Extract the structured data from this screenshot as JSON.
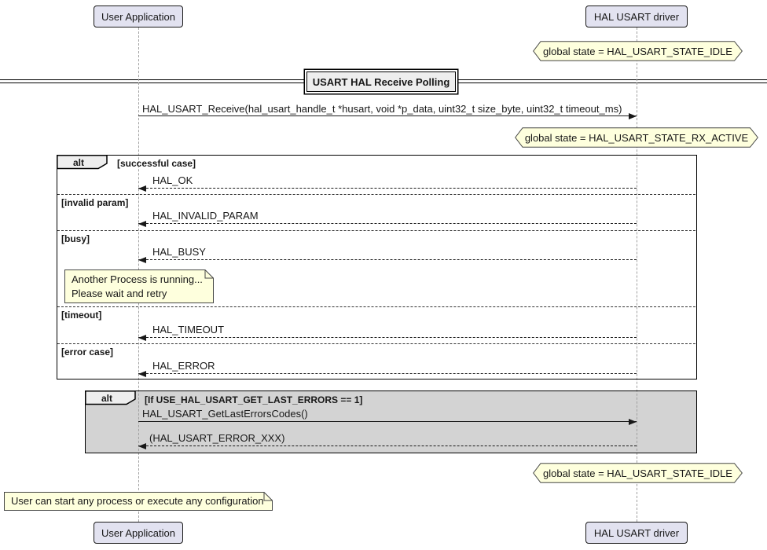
{
  "diagram": {
    "participants": {
      "left": "User Application",
      "right": "HAL USART driver"
    },
    "divider_title": "USART HAL Receive Polling",
    "state_notes": {
      "top_idle": "global state = HAL_USART_STATE_IDLE",
      "rx_active": "global state = HAL_USART_STATE_RX_ACTIVE",
      "bottom_idle": "global state = HAL_USART_STATE_IDLE"
    },
    "messages": {
      "receive_call": "HAL_USART_Receive(hal_usart_handle_t *husart, void *p_data, uint32_t size_byte, uint32_t timeout_ms)",
      "ok": "HAL_OK",
      "invalid_param": "HAL_INVALID_PARAM",
      "busy": "HAL_BUSY",
      "timeout": "HAL_TIMEOUT",
      "error": "HAL_ERROR",
      "get_last_errors": "HAL_USART_GetLastErrorsCodes()",
      "error_codes_return": "(HAL_USART_ERROR_XXX)"
    },
    "alt_outer": {
      "label": "alt",
      "guard_success": "[successful case]",
      "guard_invalid": "[invalid param]",
      "guard_busy": "[busy]",
      "guard_timeout": "[timeout]",
      "guard_error": "[error case]"
    },
    "alt_inner": {
      "label": "alt",
      "guard": "[If USE_HAL_USART_GET_LAST_ERRORS == 1]"
    },
    "notes": {
      "busy_line1": "Another Process is running...",
      "busy_line2": "Please wait and retry",
      "bottom": "User can start any process or execute any configuration"
    },
    "colors": {
      "participant_fill": "#E2E2F0",
      "participant_border": "#181818",
      "note_fill": "#FEFFDD",
      "note_border": "#454645",
      "frame_border": "#181818",
      "inner_frame_fill": "#D3D3D3",
      "divider_fill": "#EEEEEE",
      "lifeline": "#A0A0A0",
      "message": "#181818"
    }
  }
}
